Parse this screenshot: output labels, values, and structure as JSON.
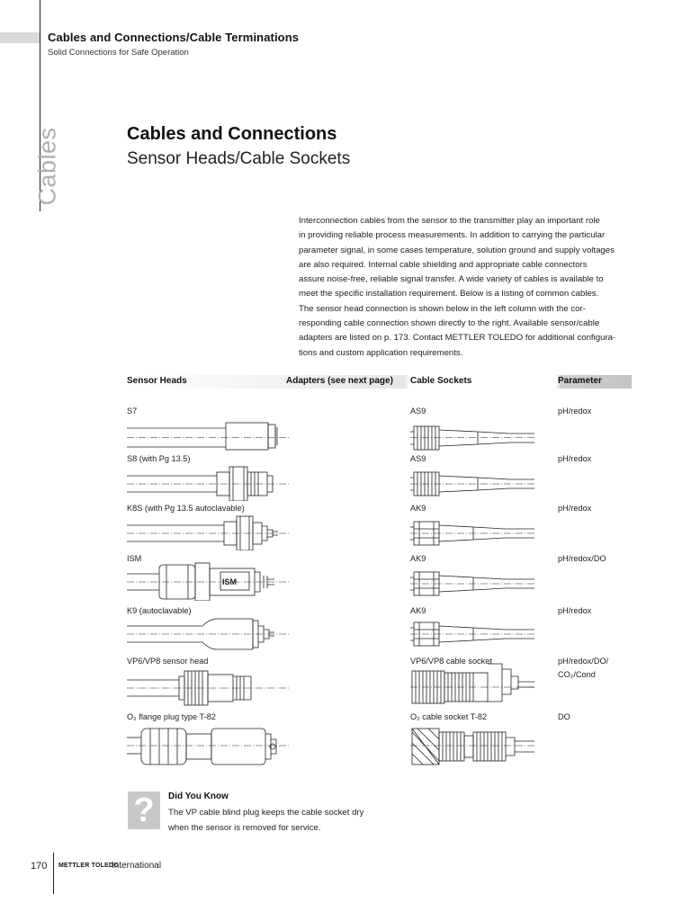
{
  "header": {
    "title": "Cables and Connections/Cable Terminations",
    "subtitle": "Solid Connections for Safe Operation"
  },
  "side_tab": "Cables",
  "main": {
    "title": "Cables and Connections",
    "subtitle": "Sensor Heads/Cable Sockets"
  },
  "intro_lines": [
    "Interconnection cables from the sensor to the transmitter play an important role",
    "in providing reliable process measurements. In addition to carrying the particular",
    "parameter signal, in some cases temperature, solution ground and supply voltages",
    "are also required. Internal cable shielding and appropriate cable connectors",
    "assure noise-free, reliable signal transfer. A wide variety of cables is available to",
    "meet the specific installation requirement. Below is a listing of common cables.",
    "The sensor head connection is shown below in the left column with the cor-",
    "responding cable connection shown directly to the right. Available sensor/cable",
    "adapters are listed on p. 173. Contact METTLER TOLEDO for additional configura-",
    "tions and custom application requirements."
  ],
  "table": {
    "headers": {
      "sensor_heads": "Sensor Heads",
      "adapters": "Adapters (see next page)",
      "cable_sockets": "Cable Sockets",
      "parameter": "Parameter"
    },
    "rows": [
      {
        "sensor": "S7",
        "socket": "AS9",
        "parameter": "pH/redox",
        "parameter2": ""
      },
      {
        "sensor": "S8 (with Pg 13.5)",
        "socket": "AS9",
        "parameter": "pH/redox",
        "parameter2": ""
      },
      {
        "sensor": "K8S (with Pg 13.5 autoclavable)",
        "socket": "AK9",
        "parameter": "pH/redox",
        "parameter2": ""
      },
      {
        "sensor": "ISM",
        "socket": "AK9",
        "parameter": "pH/redox/DO",
        "parameter2": ""
      },
      {
        "sensor": "K9 (autoclavable)",
        "socket": "AK9",
        "parameter": "pH/redox",
        "parameter2": ""
      },
      {
        "sensor": "VP6/VP8 sensor head",
        "socket": "VP6/VP8 cable socket",
        "parameter": "pH/redox/DO/",
        "parameter2": "CO₂/Cond"
      },
      {
        "sensor": "O₂ flange plug type T-82",
        "socket": "O₂ cable socket T-82",
        "parameter": "DO",
        "parameter2": ""
      }
    ]
  },
  "callout": {
    "icon": "question-mark-icon",
    "icon_glyph": "?",
    "title": "Did You Know",
    "line1": "The VP cable blind plug keeps the cable socket dry",
    "line2": "when the sensor is removed for service."
  },
  "footer": {
    "page_number": "170",
    "brand": "METTLER TOLEDO",
    "suffix": "International"
  }
}
